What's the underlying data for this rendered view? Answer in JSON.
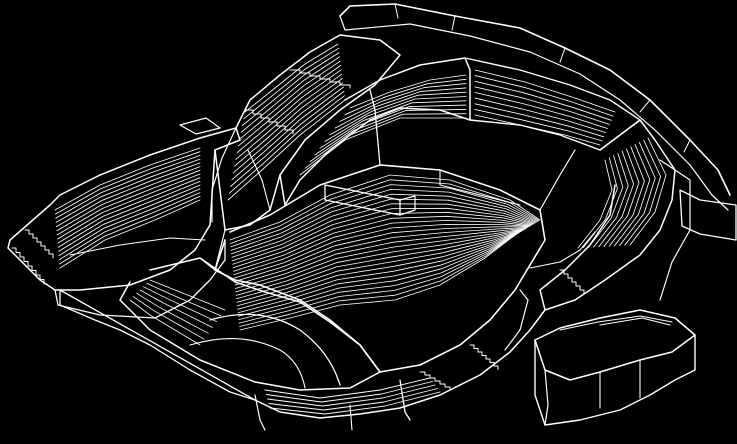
{
  "drawing": {
    "background": "#000000",
    "line_color": "#ffffff",
    "parts": [
      "outer-wall",
      "left-wing-seating",
      "upper-left-balcony",
      "upper-center-balcony",
      "right-balcony",
      "main-orchestra-seating",
      "stage-area",
      "side-aisles",
      "annex-building"
    ]
  }
}
